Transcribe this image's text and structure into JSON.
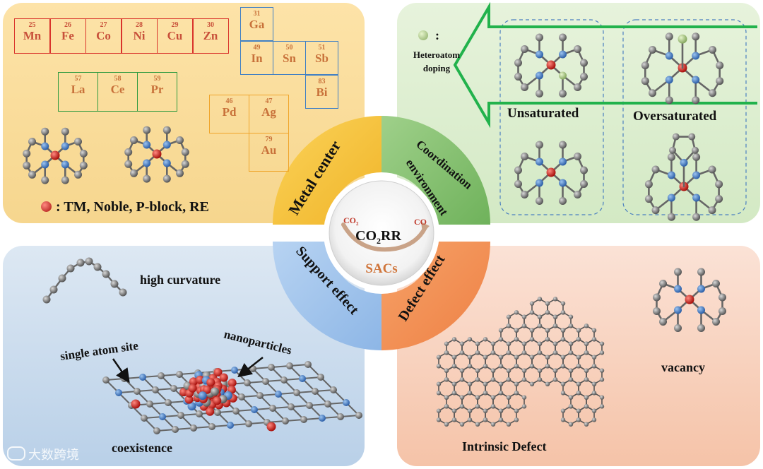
{
  "center": {
    "co2_small": "CO2",
    "co_small": "CO",
    "title": "CO2RR",
    "subtitle": "SACs"
  },
  "quadrants": {
    "metal": {
      "label": "Metal center"
    },
    "coordination": {
      "label": "Coordination environment"
    },
    "support": {
      "label": "Support effect"
    },
    "defect": {
      "label": "Defect effect"
    }
  },
  "metal_panel": {
    "row_3d": [
      {
        "n": "25",
        "s": "Mn"
      },
      {
        "n": "26",
        "s": "Fe"
      },
      {
        "n": "27",
        "s": "Co"
      },
      {
        "n": "28",
        "s": "Ni"
      },
      {
        "n": "29",
        "s": "Cu"
      },
      {
        "n": "30",
        "s": "Zn"
      }
    ],
    "p_block": [
      {
        "n": "31",
        "s": "Ga"
      },
      {
        "n": "49",
        "s": "In"
      },
      {
        "n": "50",
        "s": "Sn"
      },
      {
        "n": "51",
        "s": "Sb"
      },
      {
        "n": "83",
        "s": "Bi"
      }
    ],
    "rare_earth": [
      {
        "n": "57",
        "s": "La"
      },
      {
        "n": "58",
        "s": "Ce"
      },
      {
        "n": "59",
        "s": "Pr"
      }
    ],
    "noble": [
      {
        "n": "46",
        "s": "Pd"
      },
      {
        "n": "47",
        "s": "Ag"
      },
      {
        "n": "79",
        "s": "Au"
      }
    ],
    "legend_text": ": TM, Noble, P-block, RE",
    "colors": {
      "tm": "#d9332b",
      "pblock": "#3f7fc4",
      "re": "#2f9a3f",
      "noble": "#f0a52b"
    }
  },
  "coordination_panel": {
    "doping_label_line1": "Heteroatom",
    "doping_label_line2": "doping",
    "colon": ":",
    "unsaturated": "Unsaturated",
    "oversaturated": "Oversaturated"
  },
  "support_panel": {
    "curvature": "high curvature",
    "single_atom": "single atom site",
    "nanoparticles": "nanoparticles",
    "coexistence": "coexistence"
  },
  "defect_panel": {
    "intrinsic": "Intrinsic Defect",
    "vacancy": "vacancy"
  },
  "watermark": "大数跨境"
}
